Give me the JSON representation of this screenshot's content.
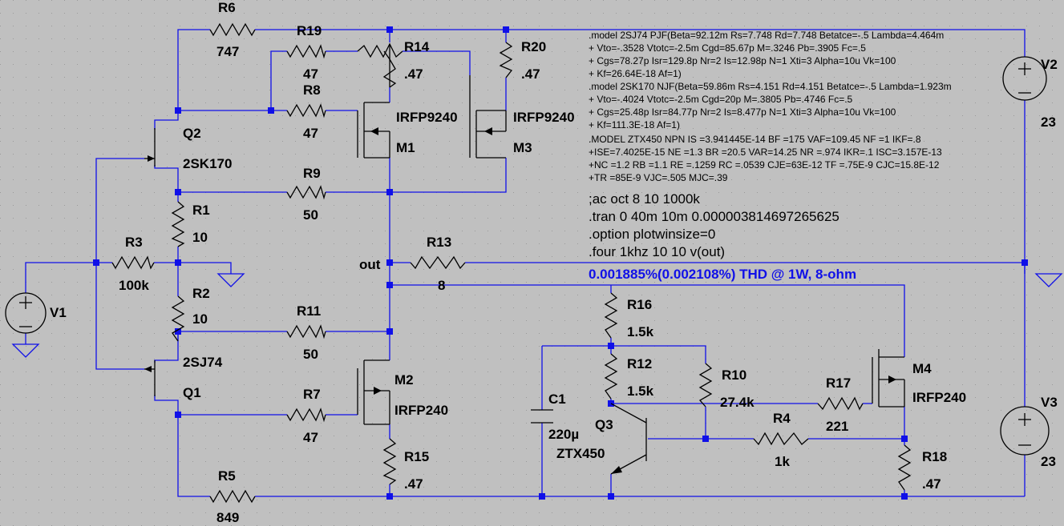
{
  "schematic": {
    "components": {
      "R6": {
        "name": "R6",
        "value": "747"
      },
      "R19": {
        "name": "R19",
        "value": "47"
      },
      "R14": {
        "name": "R14",
        "value": ".47"
      },
      "R20": {
        "name": "R20",
        "value": ".47"
      },
      "R8": {
        "name": "R8",
        "value": "47"
      },
      "R9": {
        "name": "R9",
        "value": "50"
      },
      "R1": {
        "name": "R1",
        "value": "10"
      },
      "R3": {
        "name": "R3",
        "value": "100k"
      },
      "R2": {
        "name": "R2",
        "value": "10"
      },
      "R13": {
        "name": "R13",
        "value": "8"
      },
      "R11": {
        "name": "R11",
        "value": "50"
      },
      "R7": {
        "name": "R7",
        "value": "47"
      },
      "R15": {
        "name": "R15",
        "value": ".47"
      },
      "R5": {
        "name": "R5",
        "value": "849"
      },
      "R16": {
        "name": "R16",
        "value": "1.5k"
      },
      "R12": {
        "name": "R12",
        "value": "1.5k"
      },
      "R10": {
        "name": "R10",
        "value": "27.4k"
      },
      "R17": {
        "name": "R17",
        "value": "221"
      },
      "R4": {
        "name": "R4",
        "value": "1k"
      },
      "R18": {
        "name": "R18",
        "value": ".47"
      },
      "C1": {
        "name": "C1",
        "value": "220µ"
      },
      "Q1": {
        "name": "Q1",
        "value": "2SJ74"
      },
      "Q2": {
        "name": "Q2",
        "value": "2SK170"
      },
      "Q3": {
        "name": "Q3",
        "value": "ZTX450"
      },
      "M1": {
        "name": "M1",
        "value": "IRFP9240"
      },
      "M3": {
        "name": "M3",
        "value": "IRFP9240"
      },
      "M2": {
        "name": "M2",
        "value": "IRFP240"
      },
      "M4": {
        "name": "M4",
        "value": "IRFP240"
      },
      "V1": {
        "name": "V1"
      },
      "V2": {
        "name": "V2",
        "value": "23"
      },
      "V3": {
        "name": "V3",
        "value": "23"
      }
    },
    "net_labels": {
      "out": "out"
    },
    "directives_small": [
      ".model 2SJ74   PJF(Beta=92.12m Rs=7.748 Rd=7.748 Betatce=-.5 Lambda=4.464m",
      "+           Vto=-.3528 Vtotc=-2.5m Cgd=85.67p M=.3246 Pb=.3905 Fc=.5",
      "+           Cgs=78.27p Isr=129.8p Nr=2 Is=12.98p N=1 Xti=3 Alpha=10u Vk=100",
      "+           Kf=26.64E-18 Af=1)",
      ".model 2SK170  NJF(Beta=59.86m Rs=4.151 Rd=4.151 Betatce=-.5 Lambda=1.923m",
      "+           Vto=-.4024 Vtotc=-2.5m Cgd=20p M=.3805 Pb=.4746 Fc=.5",
      "+           Cgs=25.48p Isr=84.77p Nr=2 Is=8.477p N=1 Xti=3 Alpha=10u Vk=100",
      "+           Kf=111.3E-18 Af=1)",
      ".MODEL ZTX450 NPN IS =3.941445E-14 BF =175 VAF=109.45 NF =1 IKF=.8",
      "+ISE=7.4025E-15 NE =1.3 BR =20.5 VAR=14.25 NR =.974 IKR=.1 ISC=3.157E-13",
      "+NC =1.2 RB =1.1 RE =.1259 RC =.0539 CJE=63E-12 TF =.75E-9 CJC=15.8E-12",
      "+TR =85E-9 VJC=.505 MJC=.39"
    ],
    "directives_large": [
      ";ac oct 8 10 1000k",
      ".tran 0 40m 10m 0.000003814697265625",
      ".option plotwinsize=0",
      ".four 1khz 10 10 v(out)"
    ],
    "result_note": "0.001885%(0.002108%) THD @ 1W, 8-ohm",
    "colors": {
      "background": "#c0c0c0",
      "wire": "#1010e8",
      "component": "#000000",
      "note": "#1010e8"
    }
  }
}
